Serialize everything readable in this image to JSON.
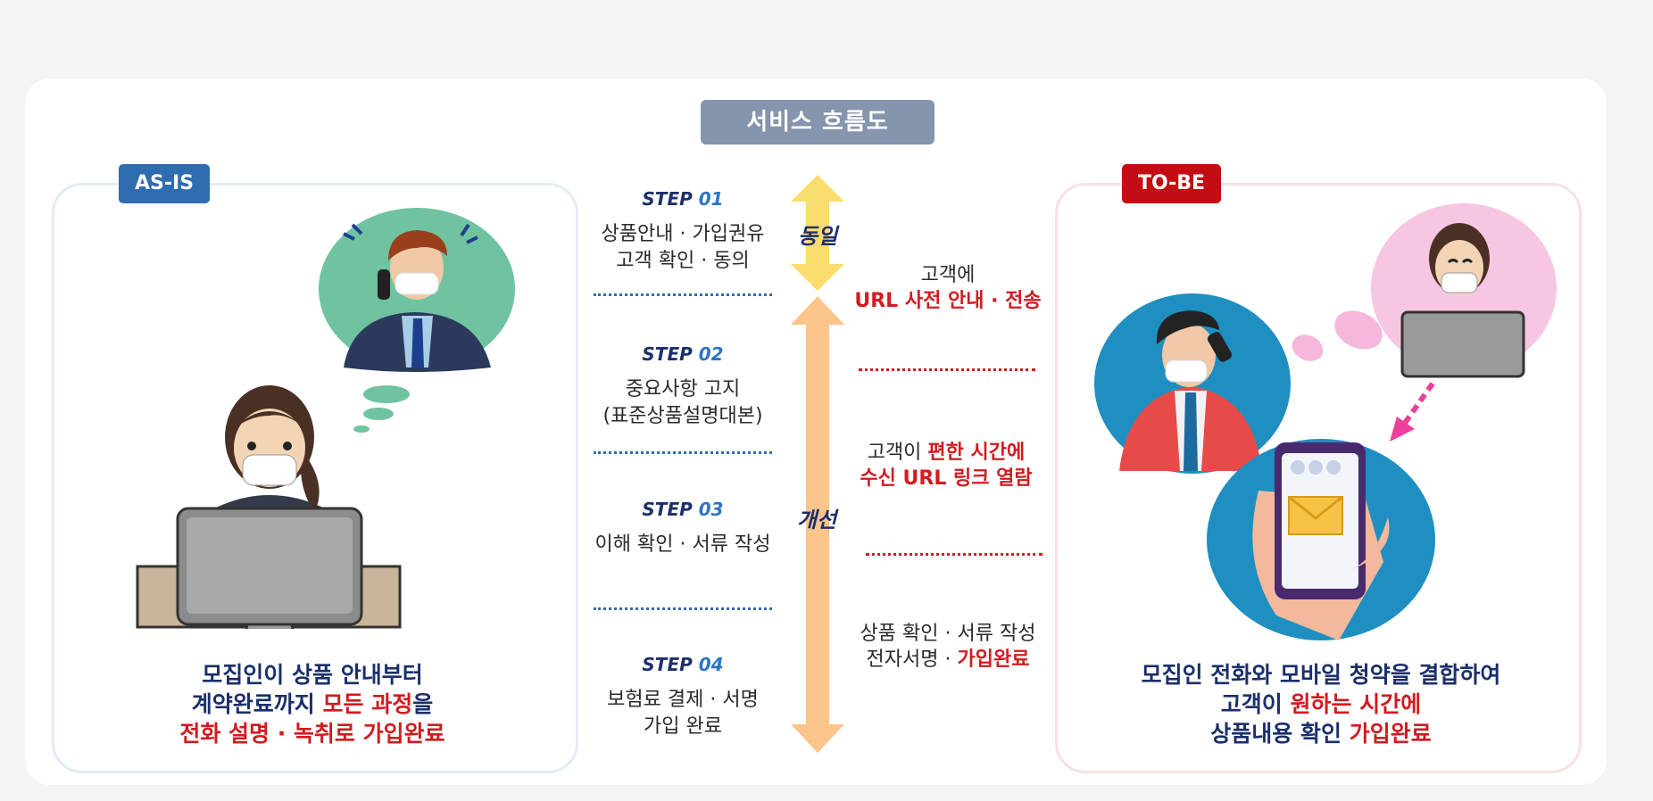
{
  "title": "서비스 흐름도",
  "asis": {
    "tag": "AS-IS",
    "caption_line1": "모집인이 상품 안내부터",
    "caption_line2_a": "계약완료까지 ",
    "caption_line2_b": "모든 과정",
    "caption_line2_c": "을",
    "caption_line3_a": "전화 설명 · 녹취로 ",
    "caption_line3_b": "가입완료"
  },
  "tobe": {
    "tag": "TO-BE",
    "caption_line1": "모집인 전화와 모바일 청약을 결합하여",
    "caption_line2_a": "고객이 ",
    "caption_line2_b": "원하는 시간에",
    "caption_line3_a": "상품내용 확인 ",
    "caption_line3_b": "가입완료"
  },
  "steps": [
    {
      "label": "STEP",
      "num": "01",
      "line1": "상품안내 · 가입권유",
      "line2": "고객 확인 ·  동의"
    },
    {
      "label": "STEP",
      "num": "02",
      "line1": "중요사항 고지",
      "line2": "(표준상품설명대본)"
    },
    {
      "label": "STEP",
      "num": "03",
      "line1": "이해 확인 · 서류 작성",
      "line2": ""
    },
    {
      "label": "STEP",
      "num": "04",
      "line1": "보험료 결제 · 서명",
      "line2": "가입 완료"
    }
  ],
  "arrows": {
    "same": "동일",
    "improve": "개선"
  },
  "tobe_steps": [
    {
      "line1": "고객에",
      "line2": "URL 사전 안내 · 전송"
    },
    {
      "line1_a": "고객이 ",
      "line1_b": "편한 시간에",
      "line2": "수신 URL 링크 열람"
    },
    {
      "line1": "상품 확인 · 서류 작성",
      "line2_a": "전자서명 · ",
      "line2_b": "가입완료"
    }
  ],
  "colors": {
    "asis_blue": "#2f6cb0",
    "tobe_red": "#c30d13",
    "badge_gray": "#8595ae",
    "arrow_yellow": "#fbdc6e",
    "arrow_orange": "#fcc58b"
  },
  "icons": [
    "worried-agent-icon",
    "worried-man-thought-icon",
    "smiling-agent-icon",
    "phone-man-icon",
    "mobile-hand-icon",
    "email-icon"
  ]
}
